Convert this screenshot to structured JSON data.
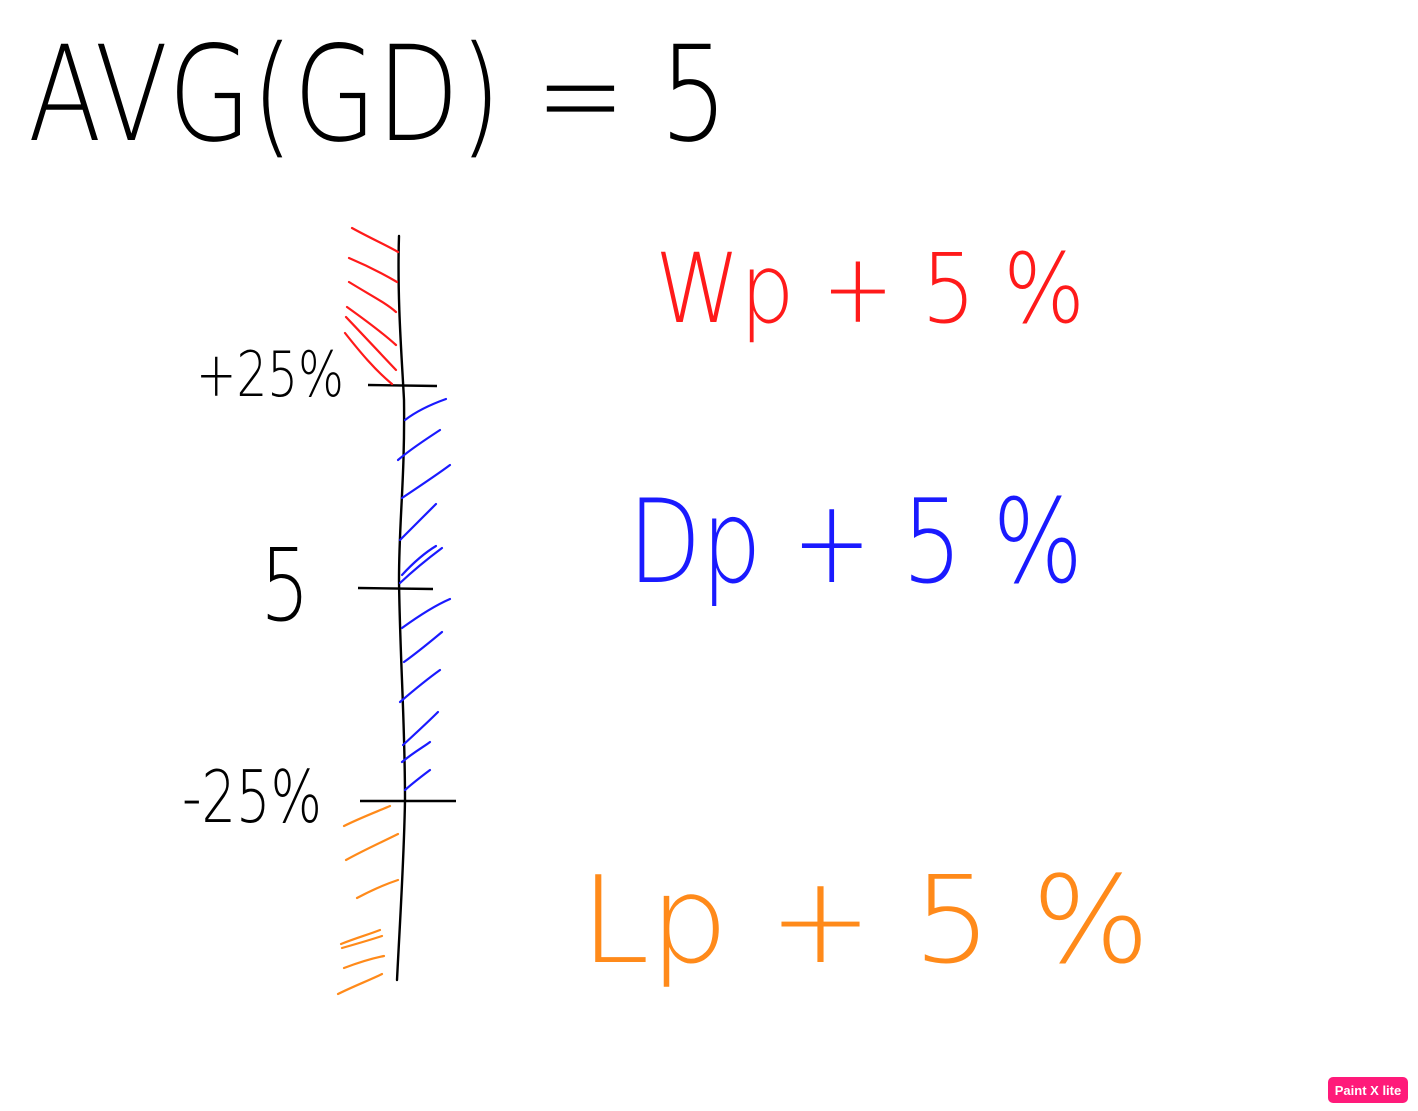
{
  "title": "AVG(GD) = 5",
  "axis": {
    "labels": {
      "upper": "+25%",
      "middle": "5",
      "lower": "-25%"
    }
  },
  "zones": {
    "win": {
      "text": "Wp + 5 %",
      "color": "#ff1a1a"
    },
    "draw": {
      "text": "Dp + 5 %",
      "color": "#1a1aff"
    },
    "loss": {
      "text": "Lp + 5 %",
      "color": "#ff8a1a"
    }
  },
  "ink_color": "#000000",
  "watermark": "Paint X lite"
}
